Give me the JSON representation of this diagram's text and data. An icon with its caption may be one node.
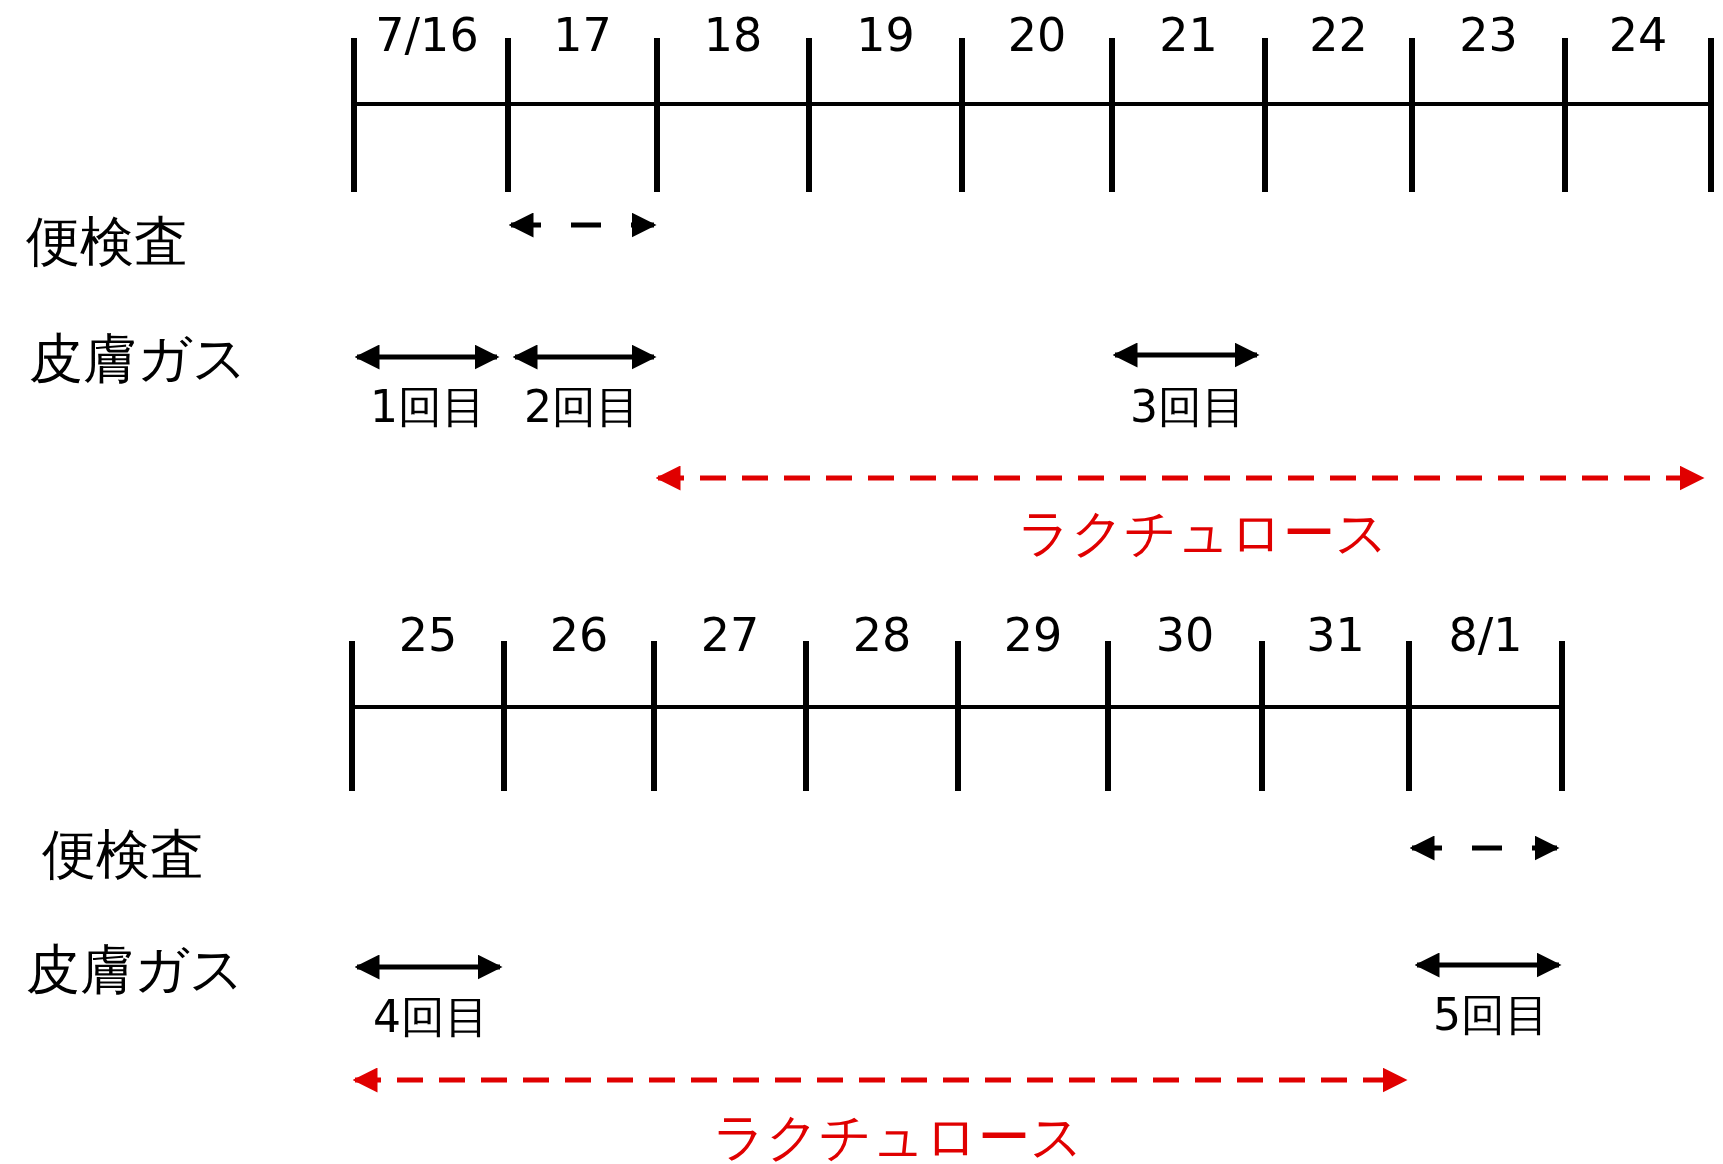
{
  "diagram": {
    "labels": [
      "7/16",
      "17",
      "18",
      "19",
      "20",
      "21",
      "22",
      "23",
      "24",
      "便検査",
      "皮膚ガス",
      "1回目",
      "2回目",
      "3回目",
      "ラクチュロース",
      "25",
      "26",
      "27",
      "28",
      "29",
      "30",
      "31",
      "8/1",
      "便検査",
      "皮膚ガス",
      "4回目",
      "5回目",
      "ラクチュロース"
    ]
  }
}
